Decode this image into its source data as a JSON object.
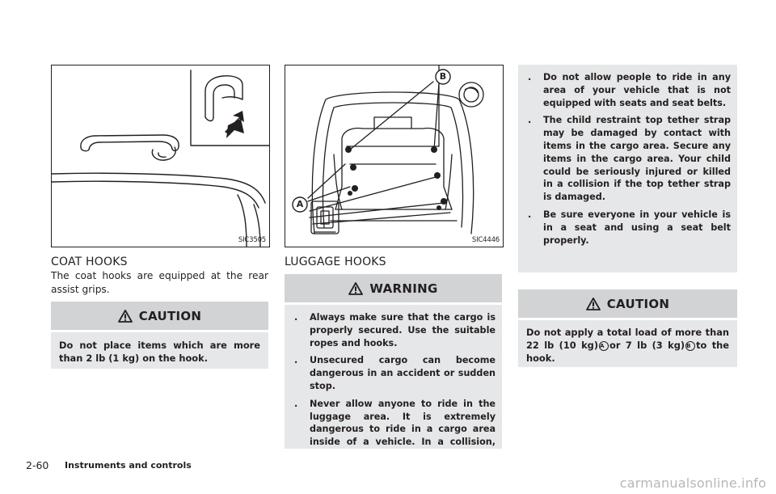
{
  "figures": {
    "coat": {
      "code": "SIC3505"
    },
    "luggage": {
      "code": "SIC4446",
      "label_a": "A",
      "label_b": "B"
    }
  },
  "coat_hooks": {
    "title": "COAT HOOKS",
    "body": "The coat hooks are equipped at the rear assist grips.",
    "caution_title": "CAUTION",
    "caution_text": "Do not place items which are more than 2 lb (1 kg) on the hook."
  },
  "luggage_hooks": {
    "title": "LUGGAGE HOOKS",
    "warning_title": "WARNING",
    "warnings": [
      "Always make sure that the cargo is properly secured. Use the suitable ropes and hooks.",
      "Unsecured cargo can become dangerous in an accident or sudden stop.",
      "Never allow anyone to ride in the luggage area. It is extremely dangerous to ride in a cargo area inside of a vehicle. In a collision, people riding in these areas are more likely to be seriously injured or killed.",
      "Do not allow people to ride in any area of your vehicle that is not equipped with seats and seat belts.",
      "The child restraint top tether strap may be damaged by contact with items in the cargo area. Secure any items in the cargo area. Your child could be seriously injured or killed in a collision if the top tether strap is damaged.",
      "Be sure everyone in your vehicle is in a seat and using a seat belt properly."
    ],
    "bullet": ".",
    "caution_title": "CAUTION",
    "caution_text_1": "Do not apply a total load of more than 22 lb (10 kg)",
    "caution_mark_a": "A",
    "caution_text_2": "or 7 lb (3 kg)",
    "caution_mark_b": "B",
    "caution_text_3": "to the hook."
  },
  "footer": {
    "page_number": "2-60",
    "section": "Instruments and controls"
  },
  "watermark": "carmanualsonline.info"
}
